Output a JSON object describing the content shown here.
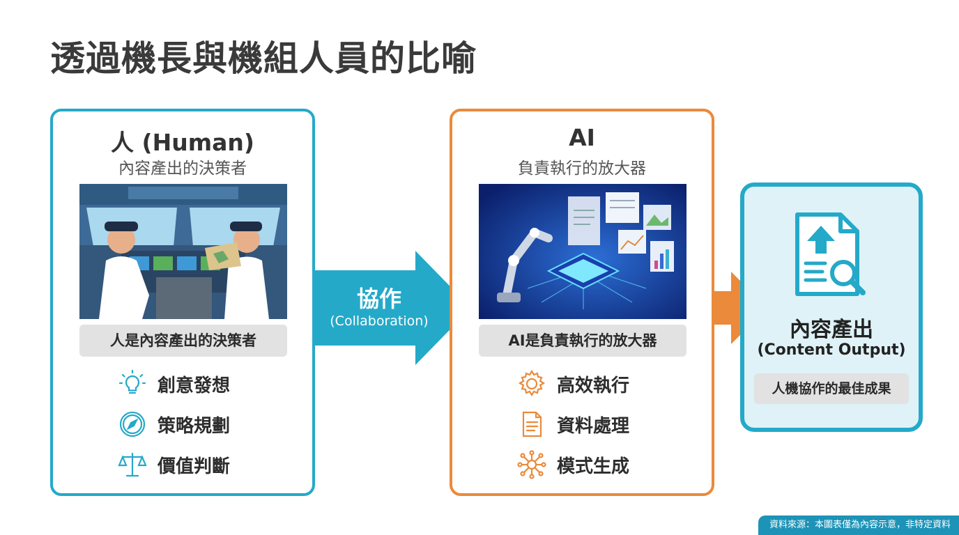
{
  "title": "透過機長與機組人員的比喻",
  "human": {
    "title": "人 (Human)",
    "subtitle": "內容產出的決策者",
    "pill": "人是內容產出的決策者",
    "features": [
      "創意發想",
      "策略規劃",
      "價值判斷"
    ],
    "icons": [
      "lightbulb-icon",
      "compass-icon",
      "scales-icon"
    ]
  },
  "arrow": {
    "label": "協作",
    "sublabel": "(Collaboration)"
  },
  "ai": {
    "title": "AI",
    "subtitle": "負責執行的放大器",
    "pill": "AI是負責執行的放大器",
    "features": [
      "高效執行",
      "資料處理",
      "模式生成"
    ],
    "icons": [
      "gear-icon",
      "document-icon",
      "network-icon"
    ]
  },
  "output": {
    "title": "內容產出",
    "subtitle": "(Content Output)",
    "pill": "人機協作的最佳成果"
  },
  "footer": "資料來源：本圖表僅為內容示意，非特定資料",
  "colors": {
    "teal": "#24a9c9",
    "orange": "#ea8a3a",
    "gray_pill": "#e2e2e2"
  }
}
